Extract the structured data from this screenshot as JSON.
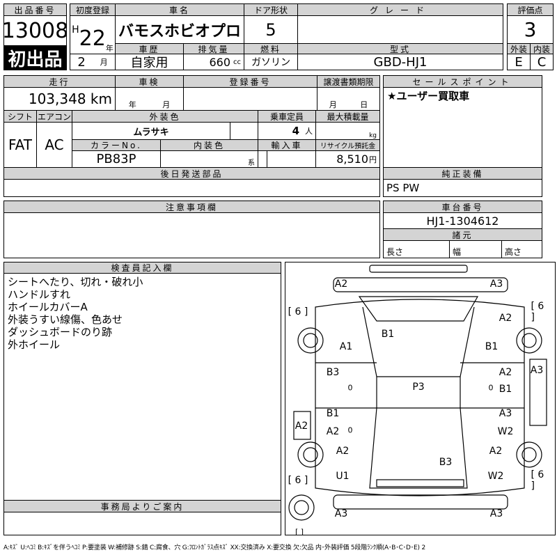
{
  "lot": {
    "label": "出品番号",
    "number": "13008",
    "badge": "初出品"
  },
  "first_reg": {
    "label": "初度登録",
    "era": "H",
    "year": "22",
    "year_unit": "年",
    "month": "2",
    "month_unit": "月"
  },
  "car_name": {
    "label": "車名",
    "value": "バモスホビオプロ"
  },
  "door": {
    "label": "ドア形状",
    "value": "5"
  },
  "grade": {
    "label": "グレード",
    "value": ""
  },
  "history": {
    "label": "車歴",
    "value": "自家用"
  },
  "displacement": {
    "label": "排気量",
    "value": "660",
    "unit": "cc"
  },
  "fuel": {
    "label": "燃料",
    "value": "ガソリン"
  },
  "model": {
    "label": "型式",
    "value": "GBD-HJ1"
  },
  "score": {
    "label": "評価点",
    "value": "3",
    "ext_label": "外装",
    "int_label": "内装",
    "ext": "E",
    "int": "C"
  },
  "mileage": {
    "label": "走行",
    "value": "103,348 km"
  },
  "inspection": {
    "label": "車検",
    "year_unit": "年",
    "month_unit": "月"
  },
  "reg_no": {
    "label": "登録番号",
    "value": ""
  },
  "transfer": {
    "label": "譲渡書類期限",
    "month_unit": "月",
    "day_unit": "日"
  },
  "shift": {
    "label": "シフト",
    "value": "FAT"
  },
  "ac": {
    "label": "エアコン",
    "value": "AC"
  },
  "ext_color": {
    "label": "外装色",
    "value": "ムラサキ"
  },
  "capacity": {
    "label": "乗車定員",
    "value": "4",
    "unit": "人"
  },
  "max_load": {
    "label": "最大積載量",
    "unit": "kg"
  },
  "color_no": {
    "label": "カラーNo.",
    "value": "PB83P"
  },
  "int_color": {
    "label": "内装色",
    "unit": "系"
  },
  "import": {
    "label": "輸入車"
  },
  "recycle": {
    "label": "リサイクル預託金",
    "value": "8,510",
    "unit": "円"
  },
  "later_parts": {
    "label": "後日発送部品",
    "value": ""
  },
  "sales_point": {
    "label": "セールスポイント",
    "value": "★ユーザー買取車"
  },
  "equipment": {
    "label": "純正装備",
    "value": "PS PW"
  },
  "notes": {
    "label": "注意事項欄",
    "value": ""
  },
  "chassis": {
    "label": "車台番号",
    "value": "HJ1-1304612"
  },
  "specs": {
    "label": "諸元",
    "length": "長さ",
    "width": "幅",
    "height": "高さ"
  },
  "inspector": {
    "label": "検査員記入欄",
    "text": "シートへたり、切れ・破れ小\nハンドルすれ\nホイールカバーA\n外装うすい線傷、色あせ\nダッシュボードのり跡\n外ホイール"
  },
  "office": {
    "label": "事務局よりご案内",
    "value": ""
  },
  "diagram": {
    "codes": [
      "A2",
      "A3",
      "[ 6 ]",
      "[ 6 ]",
      "A2",
      "B1",
      "A1",
      "B1",
      "A3",
      "B3",
      "A2",
      "P3",
      "0",
      "0",
      "B1",
      "B1",
      "A3",
      "A2",
      "A2",
      "0",
      "W2",
      "A2",
      "A2",
      "B3",
      "U1",
      "W2",
      "[ 6 ]",
      "[ 6 ]",
      "A3",
      "A3",
      "[    ]"
    ]
  },
  "legend": "A:ｷｽﾞ U:ﾍｺﾐ B:ｷｽﾞを伴うﾍｺﾐ P:要塗装 W:補修跡 S:錆 C:腐食、穴 G:ﾌﾛﾝﾄｶﾞﾗｽ点ｷｽﾞ XX:交換済み X:要交換 欠:欠品 内･外装評価 5段階ﾗﾝｸ順(A･B･C･D･E) 2"
}
